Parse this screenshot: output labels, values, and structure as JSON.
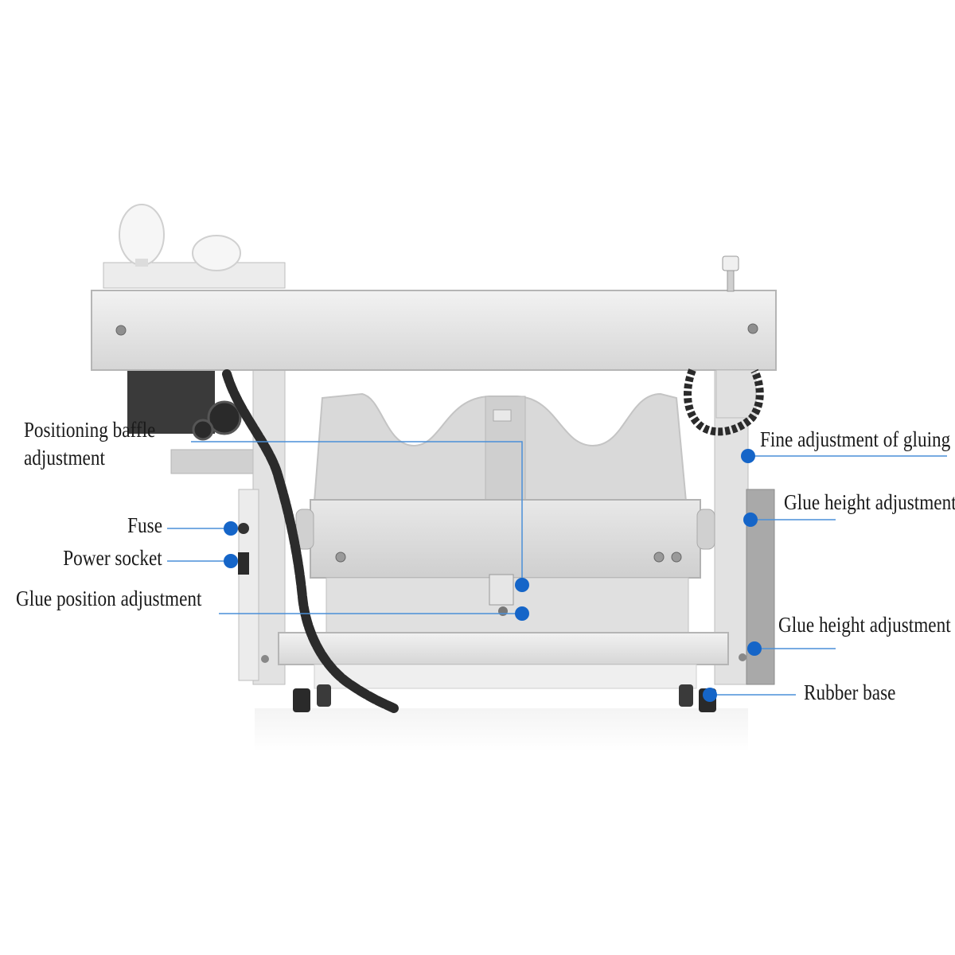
{
  "labels": {
    "positioning_baffle_line1": "Positioning baffle",
    "positioning_baffle_line2": "adjustment",
    "fuse": "Fuse",
    "power_socket": "Power socket",
    "glue_position": "Glue position adjustment",
    "fine_adjustment": "Fine adjustment of gluing",
    "glue_height_1": "Glue height adjustment",
    "glue_height_2": "Glue height adjustment",
    "rubber_base": "Rubber base"
  },
  "colors": {
    "callout_dot": "#1565c8",
    "callout_line": "#4a8fd8",
    "machine_body": "#e4e4e4",
    "machine_shadow": "#b9b9b9",
    "cable": "#2b2b2b",
    "label_text": "#1a1a1a"
  }
}
